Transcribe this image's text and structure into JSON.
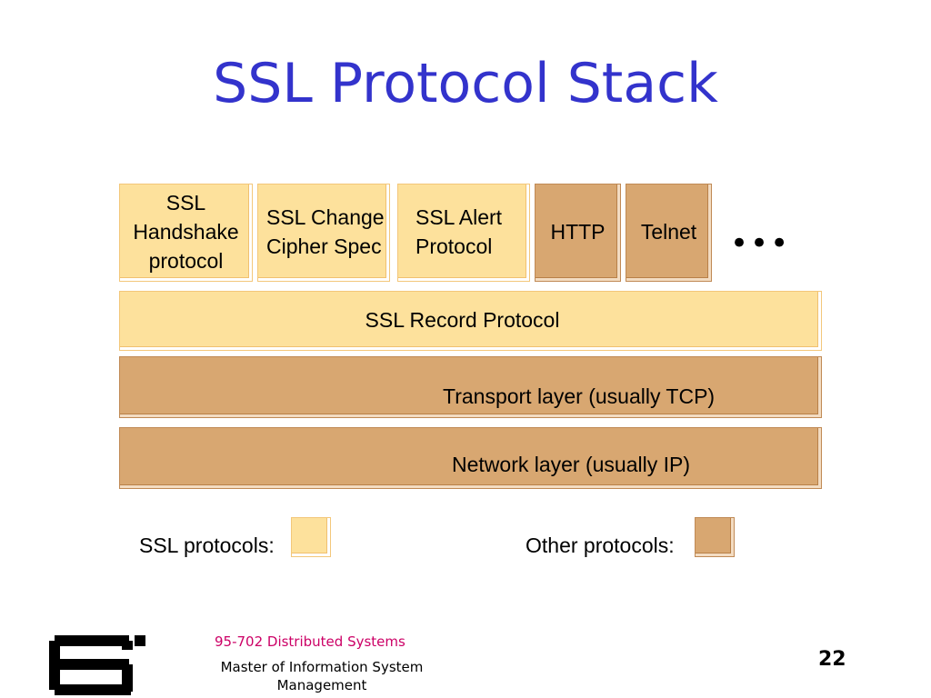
{
  "slide": {
    "title": "SSL Protocol Stack",
    "page_number": "22"
  },
  "stack": {
    "top_row": [
      {
        "label": "SSL Handshake protocol",
        "type": "ssl"
      },
      {
        "label": "SSL Change Cipher Spec",
        "type": "ssl"
      },
      {
        "label": "SSL Alert Protocol",
        "type": "ssl"
      },
      {
        "label": "HTTP",
        "type": "other"
      },
      {
        "label": "Telnet",
        "type": "other"
      }
    ],
    "ellipsis": "•••",
    "record": "SSL Record Protocol",
    "transport": "Transport layer (usually TCP)",
    "network": "Network layer (usually IP)"
  },
  "legend": {
    "ssl_label": "SSL protocols:",
    "other_label": "Other protocols:"
  },
  "footer": {
    "course": "95-702 Distributed Systems",
    "program": "Master of Information System Management"
  },
  "colors": {
    "title": "#3333cc",
    "ssl_fill": "#fde19c",
    "other_fill": "#d8a771",
    "course_text": "#cc0066"
  }
}
